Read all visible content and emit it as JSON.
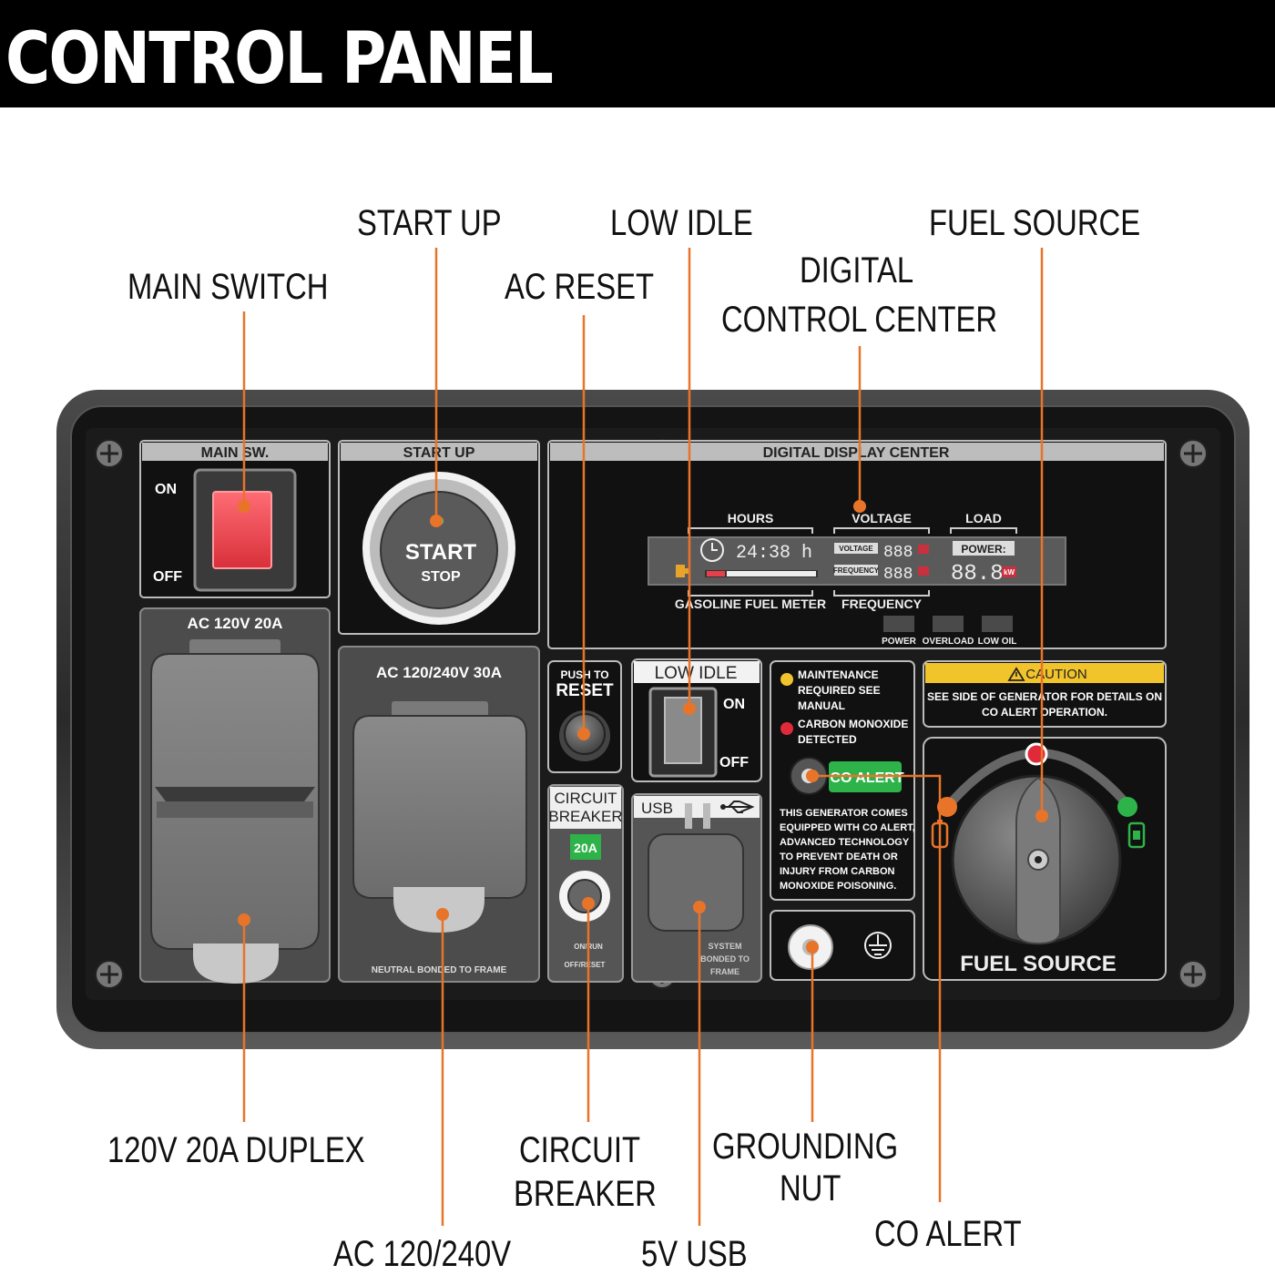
{
  "header": {
    "title": "CONTROL PANEL"
  },
  "callouts": {
    "main_switch": "MAIN SWITCH",
    "start_up": "START UP",
    "ac_reset": "AC RESET",
    "low_idle": "LOW IDLE",
    "digital_control_center_line1": "DIGITAL",
    "digital_control_center_line2": "CONTROL CENTER",
    "fuel_source": "FUEL SOURCE",
    "duplex": "120V 20A DUPLEX",
    "ac_120_240": "AC 120/240V",
    "circuit_breaker_line1": "CIRCUIT",
    "circuit_breaker_line2": "BREAKER",
    "usb": "5V USB",
    "grounding_nut_line1": "GROUNDING",
    "grounding_nut_line2": "NUT",
    "co_alert": "CO ALERT"
  },
  "panel": {
    "main_sw": {
      "title": "MAIN SW.",
      "on": "ON",
      "off": "OFF"
    },
    "start_up": {
      "title": "START UP",
      "start": "START",
      "stop": "STOP"
    },
    "display": {
      "title": "DIGITAL DISPLAY CENTER",
      "hours": "HOURS",
      "voltage": "VOLTAGE",
      "load": "LOAD",
      "hours_value": "24:38 h",
      "voltage_tag": "VOLTAGE",
      "voltage_value": "888",
      "frequency_tag": "FREQUENCY",
      "frequency_value": "888",
      "power_tag": "POWER:",
      "power_value": "88.8",
      "power_unit": "kW",
      "fuel_meter": "GASOLINE FUEL METER",
      "frequency": "FREQUENCY",
      "lamp_power": "POWER",
      "lamp_overload": "OVERLOAD",
      "lamp_low_oil": "LOW OIL"
    },
    "outlet_20a": {
      "title": "AC 120V 20A"
    },
    "outlet_30a": {
      "title": "AC 120/240V 30A",
      "note": "NEUTRAL BONDED TO FRAME"
    },
    "reset": {
      "line1": "PUSH TO",
      "line2": "RESET"
    },
    "low_idle": {
      "title": "LOW IDLE",
      "on": "ON",
      "off": "OFF"
    },
    "breaker": {
      "line1": "CIRCUIT",
      "line2": "BREAKER",
      "rating": "20A",
      "on": "ON/RUN",
      "off": "OFF/RESET"
    },
    "usb": {
      "label": "USB",
      "note1": "SYSTEM",
      "note2": "BONDED TO",
      "note3": "FRAME"
    },
    "co_panel": {
      "maint1": "MAINTENANCE",
      "maint2": "REQUIRED SEE",
      "maint3": "MANUAL",
      "co1": "CARBON MONOXIDE",
      "co2": "DETECTED",
      "badge": "CO ALERT",
      "text1": "THIS GENERATOR COMES",
      "text2": "EQUIPPED WITH CO ALERT,",
      "text3": "ADVANCED TECHNOLOGY",
      "text4": "TO PREVENT DEATH OR",
      "text5": "INJURY FROM CARBON",
      "text6": "MONOXIDE POISONING."
    },
    "caution": {
      "title": "CAUTION",
      "line1": "SEE SIDE OF GENERATOR FOR DETAILS ON",
      "line2": "CO ALERT OPERATION."
    },
    "fuel": {
      "title": "FUEL SOURCE"
    }
  },
  "colors": {
    "leader": "#e8742a",
    "panel": "#1c1c1c",
    "frame": "#2b2b2b",
    "caution": "#f2c42b",
    "rocker": "#e8404a",
    "badge_green": "#2db34a"
  },
  "icons": [
    "plus-screw-icon",
    "clock-icon",
    "fuel-pump-icon",
    "usb-icon",
    "ground-icon",
    "warning-icon",
    "lpg-tank-icon",
    "gas-can-icon"
  ]
}
